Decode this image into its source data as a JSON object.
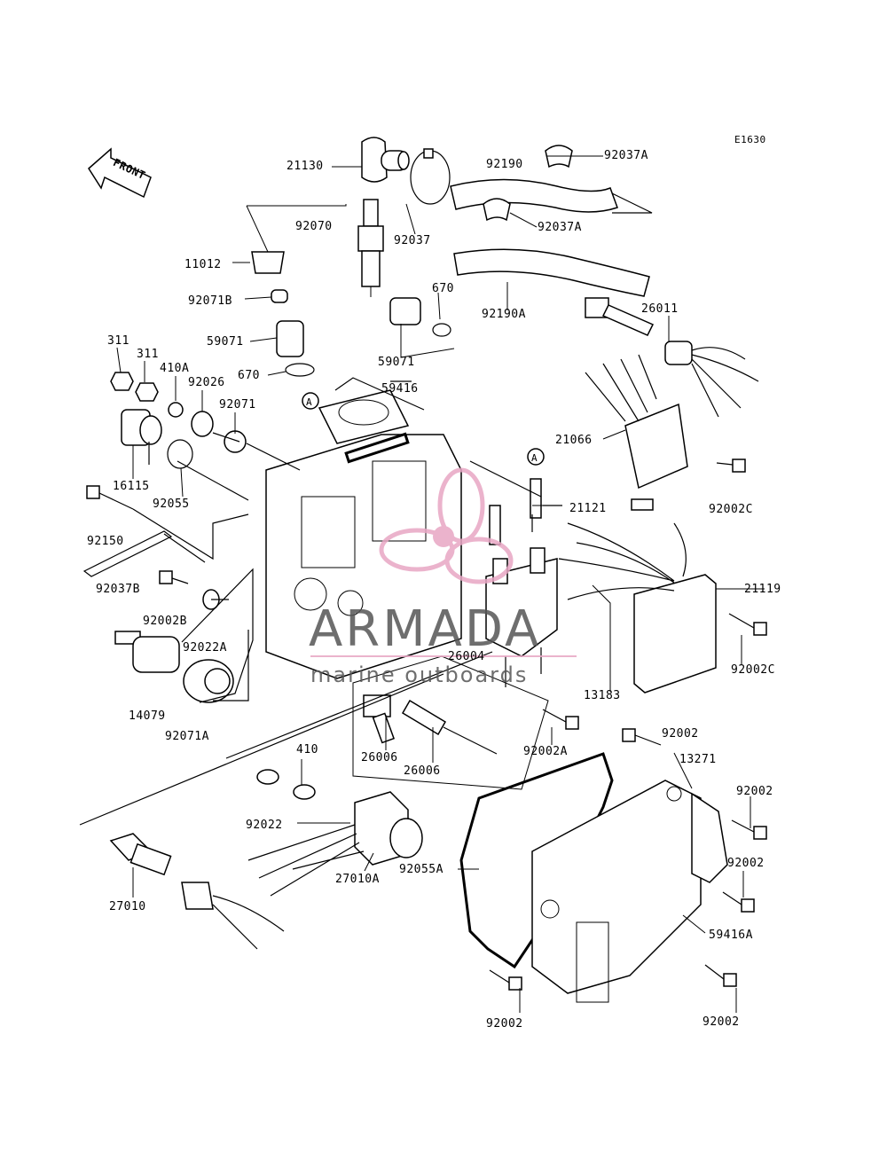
{
  "diagram": {
    "code": "E1630",
    "front_label": "FRONT",
    "callout": "A",
    "watermark": {
      "brand": "ARMADA",
      "tagline": "marine outboards",
      "color": "#e8a6c4",
      "text_color": "#555555"
    },
    "labels": {
      "l21130": "21130",
      "l92190": "92190",
      "l92037A_top": "92037A",
      "l92070": "92070",
      "l92037": "92037",
      "l92037A_mid": "92037A",
      "l11012": "11012",
      "l92071B": "92071B",
      "l670_top": "670",
      "l92190A": "92190A",
      "l26011": "26011",
      "l59071_left": "59071",
      "l59071_right": "59071",
      "l311_a": "311",
      "l311_b": "311",
      "l410A": "410A",
      "l670_mid": "670",
      "l59416": "59416",
      "l92026": "92026",
      "l92071": "92071",
      "l21066": "21066",
      "l16115": "16115",
      "l92055": "92055",
      "l21121": "21121",
      "l92002C_top": "92002C",
      "l92150": "92150",
      "l21119": "21119",
      "l92037B": "92037B",
      "l92002B": "92002B",
      "l92022A": "92022A",
      "l92002C_bot": "92002C",
      "l26004": "26004",
      "l13183": "13183",
      "l14079": "14079",
      "l92071A": "92071A",
      "l92002A": "92002A",
      "l92002_a": "92002",
      "l13271": "13271",
      "l410": "410",
      "l26006_a": "26006",
      "l26006_b": "26006",
      "l92002_b": "92002",
      "l92022": "92022",
      "l92055A": "92055A",
      "l92002_c": "92002",
      "l27010A": "27010A",
      "l27010": "27010",
      "l59416A": "59416A",
      "l92002_d": "92002",
      "l92002_e": "92002"
    }
  }
}
